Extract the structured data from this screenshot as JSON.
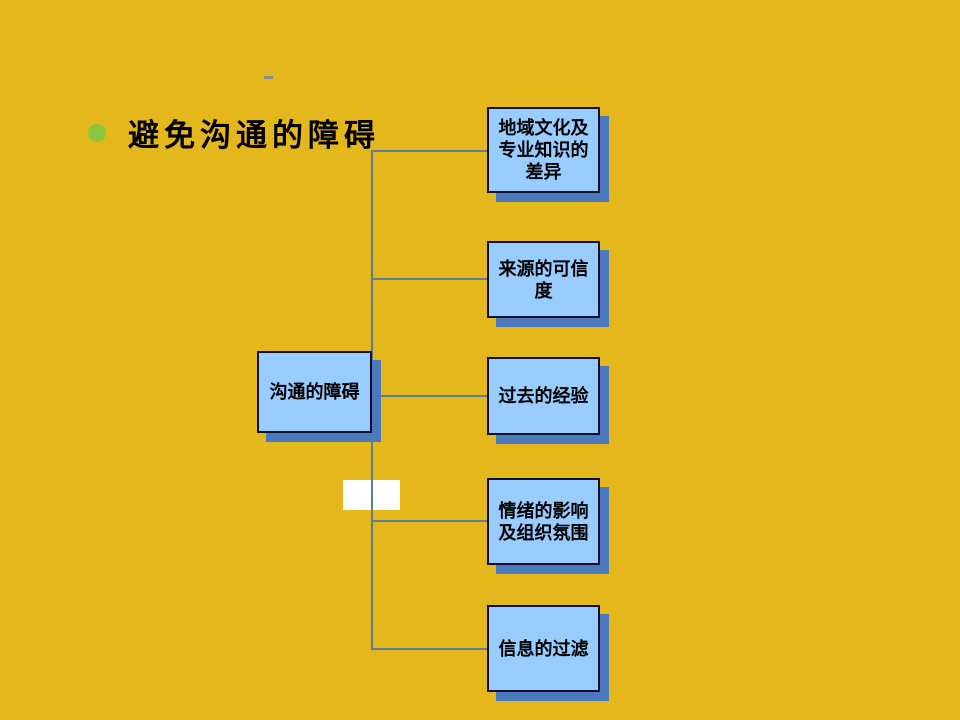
{
  "slide": {
    "title": "避免沟通的障碍"
  },
  "diagram": {
    "root": {
      "label": "沟通的障碍"
    },
    "children": [
      {
        "label": "地域文化及\n专业知识的\n差异"
      },
      {
        "label": "来源的可信\n度"
      },
      {
        "label": "过去的经验"
      },
      {
        "label": "情绪的影响\n及组织氛围"
      },
      {
        "label": "信息的过滤"
      }
    ]
  },
  "colors": {
    "background": "#E4B71C",
    "box_fill": "#99CCFF",
    "box_border": "#10102A",
    "box_shadow": "#4A7ABD",
    "connector": "#5F7D96",
    "bullet": "#8CC63F",
    "text": "#000000",
    "dash": "#8C8C8C"
  }
}
